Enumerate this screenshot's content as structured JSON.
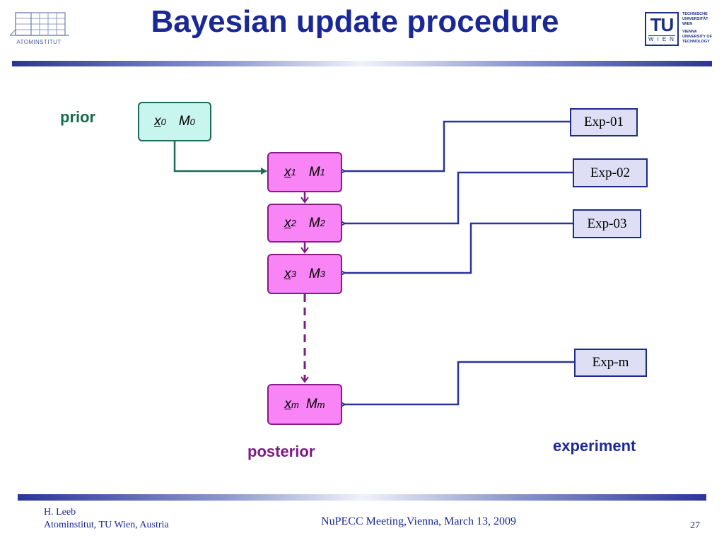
{
  "header": {
    "title": "Bayesian update procedure",
    "left_logo_text": "ATOMINSTITUT",
    "right_logo": {
      "mark": "TU",
      "sub": "WIEN",
      "text_de": [
        "Technische",
        "Universität",
        "Wien"
      ],
      "text_en": [
        "Vienna",
        "University of",
        "Technology"
      ]
    }
  },
  "diagram": {
    "prior_label": "prior",
    "posterior_label": "posterior",
    "experiment_label": "experiment",
    "nodes": [
      {
        "x": "x",
        "m": "M",
        "idx": "0"
      },
      {
        "x": "x",
        "m": "M",
        "idx": "1"
      },
      {
        "x": "x",
        "m": "M",
        "idx": "2"
      },
      {
        "x": "x",
        "m": "M",
        "idx": "3"
      },
      {
        "x": "x",
        "m": "M",
        "idx": "m"
      }
    ],
    "experiments": [
      "Exp-01",
      "Exp-02",
      "Exp-03",
      "Exp-m"
    ],
    "colors": {
      "prior_fill": "#c9f5ef",
      "prior_border": "#1b6b57",
      "posterior_fill": "#f884f6",
      "posterior_border": "#8a1a86",
      "experiment_fill": "#dedef5",
      "experiment_border": "#1e2a8c",
      "title": "#1a2896"
    }
  },
  "footer": {
    "author": "H. Leeb",
    "affiliation": "Atominstitut, TU Wien, Austria",
    "event": "NuPECC Meeting,Vienna, March 13, 2009",
    "page": "27"
  }
}
